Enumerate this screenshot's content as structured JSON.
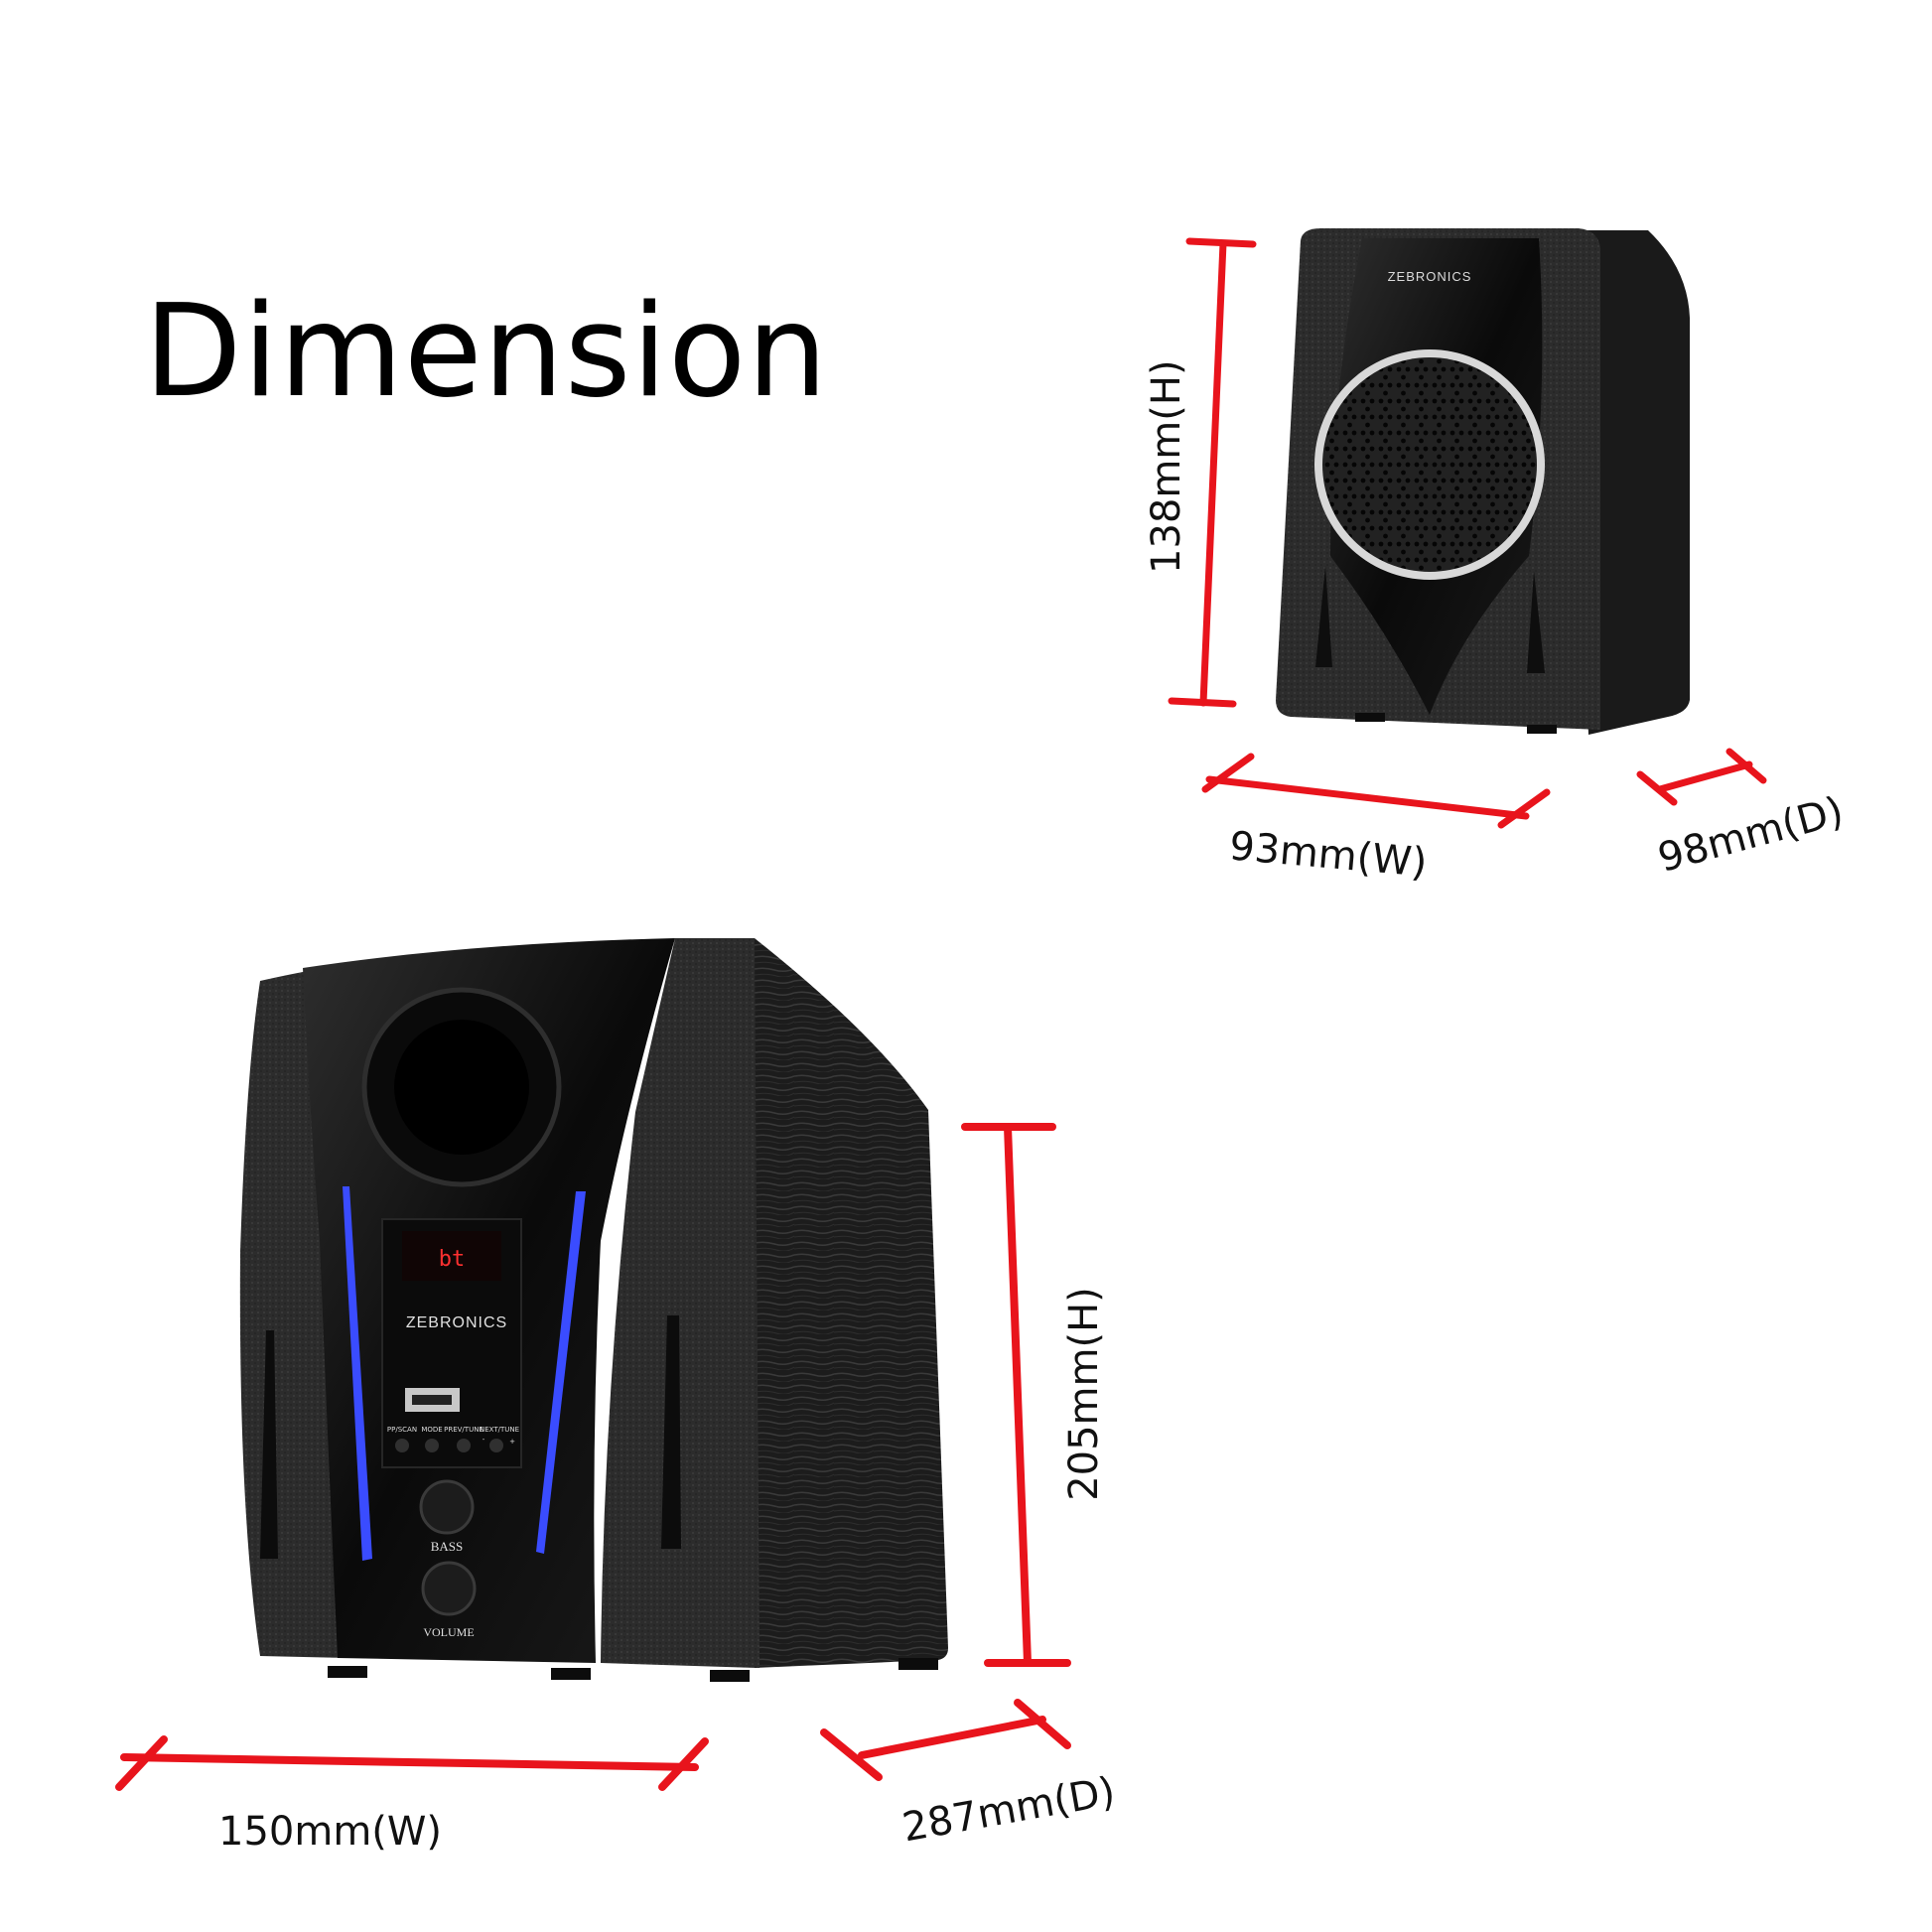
{
  "heading": "Dimension",
  "satellite": {
    "brand": "ZEBRONICS",
    "height_label": "138mm(H)",
    "width_label": "93mm(W)",
    "depth_label": "98mm(D)"
  },
  "subwoofer": {
    "brand": "ZEBRONICS",
    "display_text": "bt",
    "button_labels": [
      "PP/SCAN",
      "MODE",
      "PREV/TUNE",
      "NEXT/TUNE"
    ],
    "button_minus": "-",
    "button_plus": "+",
    "bass_label": "BASS",
    "volume_label": "VOLUME",
    "height_label": "205mm(H)",
    "width_label": "150mm(W)",
    "depth_label": "287mm(D)"
  },
  "colors": {
    "dimension_line": "#e8141c",
    "cabinet": "#161616",
    "led": "#3a4cff"
  }
}
